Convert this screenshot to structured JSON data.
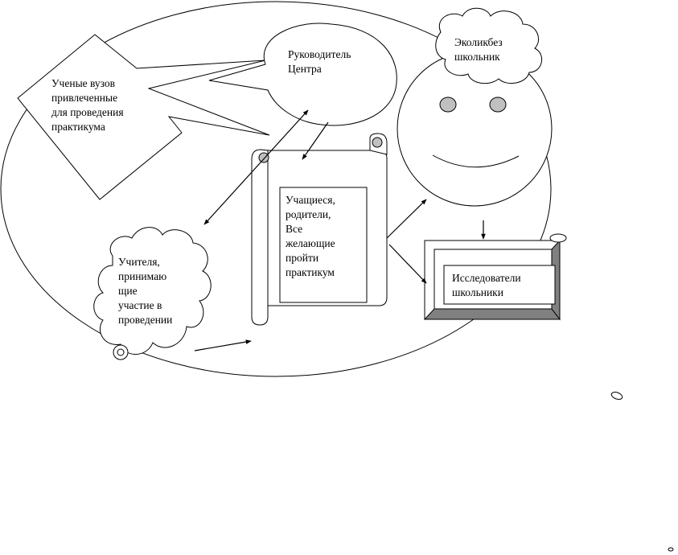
{
  "nodes": {
    "scientists": {
      "text": "Ученые вузов\nпривлеченные\nдля проведения\nпрактикума"
    },
    "head": {
      "text": "Руководитель\nЦентра"
    },
    "ecoliteracy": {
      "text": "Эколикбез\nшкольник"
    },
    "students": {
      "text": "Учащиеся,\nродители,\nВсе\nжелающие\nпройти\nпрактикум"
    },
    "teachers": {
      "text": "Учителя,\nпринимаю\nщие\nучастие в\nпроведении"
    },
    "researchers": {
      "text": "Исследователи\nшкольники"
    }
  },
  "colors": {
    "stroke": "#000000",
    "fill": "#ffffff",
    "gray": "#c0c0c0",
    "bevel_dark": "#808080"
  }
}
